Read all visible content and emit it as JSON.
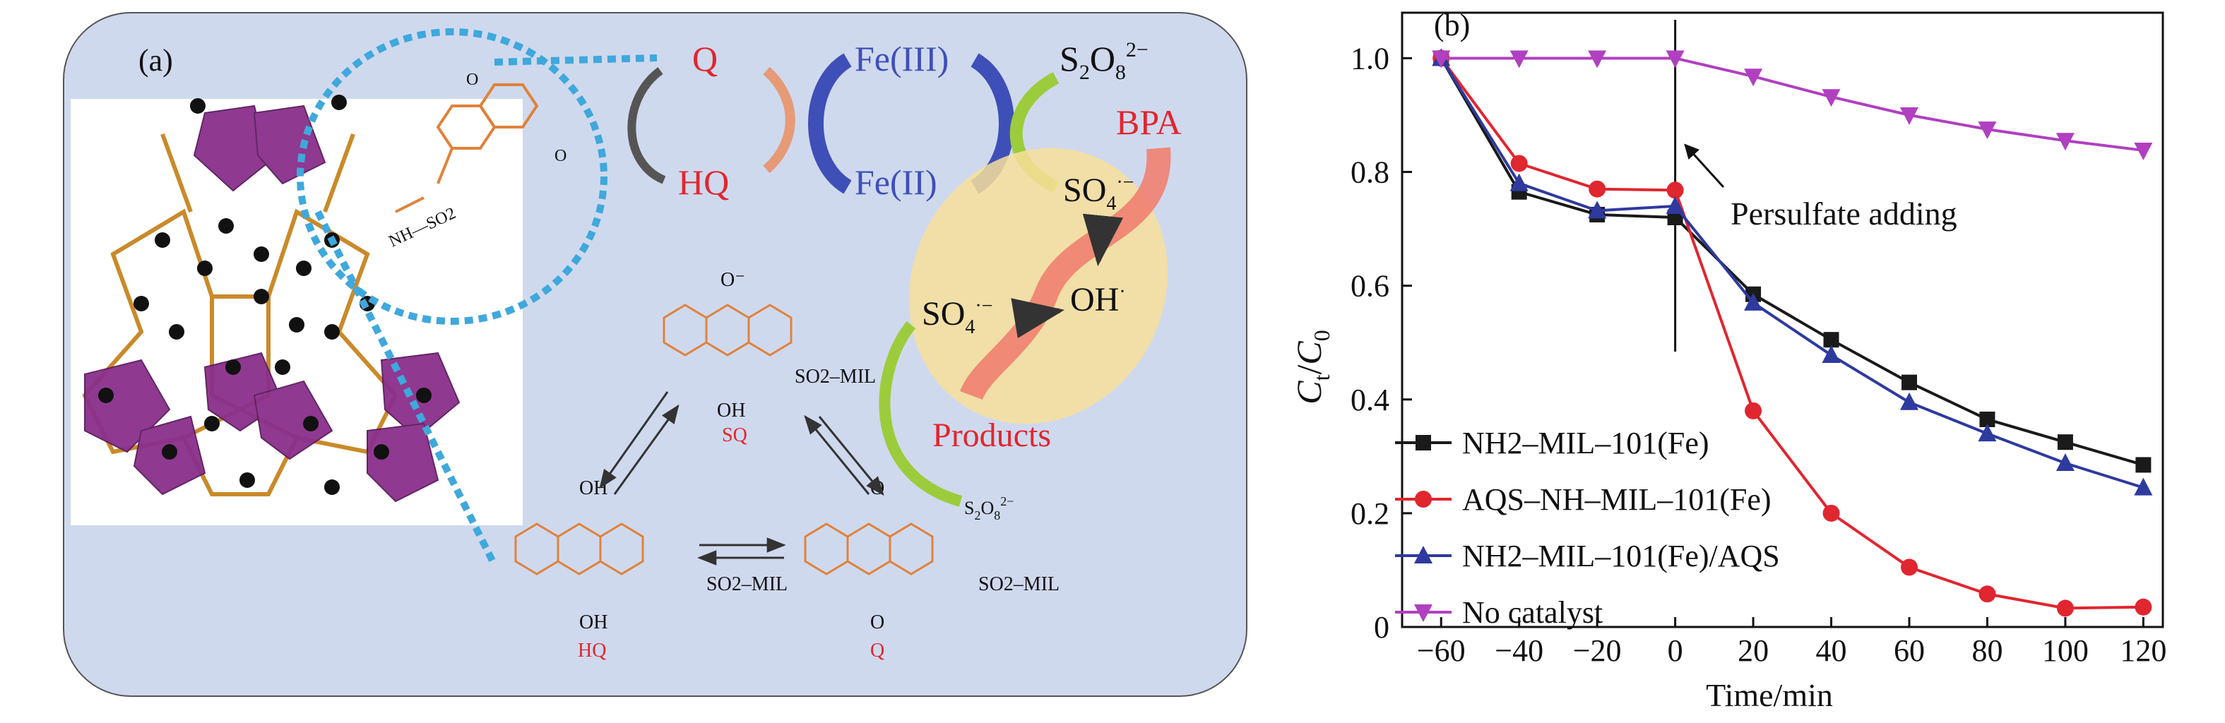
{
  "panel_a": {
    "label": "(a)",
    "redox_labels": {
      "q": "Q",
      "hq": "HQ",
      "fe3": "Fe(III)",
      "fe2": "Fe(II)",
      "persulfate": "S2O82−",
      "bpa": "BPA"
    },
    "radicals": {
      "so4_top": "SO4·−",
      "so4_mid": "SO4·−",
      "oh": "OH·",
      "products": "Products"
    },
    "linker_label": "NH—SO2",
    "molecules": {
      "sq": {
        "top": "O⁻",
        "bottom": "OH",
        "name": "SQ",
        "sub": "SO2–MIL"
      },
      "hq": {
        "top": "OH",
        "bottom": "OH",
        "name": "HQ",
        "sub": "SO2–MIL"
      },
      "q": {
        "top": "O",
        "bottom": "O",
        "name": "Q",
        "sub": "SO2–MIL"
      },
      "persulfate_small": "S2O82−"
    },
    "colors": {
      "panel_bg": "#cfd9ee",
      "red": "#e0262f",
      "blue": "#3f4fb8",
      "orange": "#e0823a",
      "dots": "#3fa8dc",
      "mof": "#8a2f8c"
    }
  },
  "chart_data": {
    "type": "line",
    "panel_label": "(b)",
    "xlabel": "Time/min",
    "ylabel": "Ct/C0",
    "xlim": [
      -70,
      125
    ],
    "ylim": [
      0,
      1.08
    ],
    "x_ticks": [
      -60,
      -40,
      -20,
      0,
      20,
      40,
      60,
      80,
      100,
      120
    ],
    "x_tick_labels": [
      "−60",
      "−40",
      "−20",
      "0",
      "20",
      "40",
      "60",
      "80",
      "100",
      "120"
    ],
    "y_ticks": [
      0,
      0.2,
      0.4,
      0.6,
      0.8,
      1.0
    ],
    "y_tick_labels": [
      "0",
      "0.2",
      "0.4",
      "0.6",
      "0.8",
      "1.0"
    ],
    "annotation": {
      "text": "Persulfate adding",
      "x": 0
    },
    "series": [
      {
        "name": "NH2–MIL–101(Fe)",
        "color": "#1a1a1a",
        "marker": "square",
        "x": [
          -60,
          -40,
          -20,
          0,
          20,
          40,
          60,
          80,
          100,
          120
        ],
        "values": [
          1.0,
          0.765,
          0.725,
          0.72,
          0.585,
          0.505,
          0.43,
          0.365,
          0.325,
          0.285
        ]
      },
      {
        "name": "AQS–NH–MIL–101(Fe)",
        "color": "#e0262f",
        "marker": "circle",
        "x": [
          -60,
          -40,
          -20,
          0,
          20,
          40,
          60,
          80,
          100,
          120
        ],
        "values": [
          1.0,
          0.815,
          0.77,
          0.768,
          0.38,
          0.2,
          0.105,
          0.058,
          0.033,
          0.035
        ]
      },
      {
        "name": "NH2–MIL–101(Fe)/AQS",
        "color": "#2e3a9e",
        "marker": "triangle-up",
        "x": [
          -60,
          -40,
          -20,
          0,
          20,
          40,
          60,
          80,
          100,
          120
        ],
        "values": [
          1.0,
          0.78,
          0.732,
          0.74,
          0.57,
          0.478,
          0.395,
          0.34,
          0.288,
          0.245
        ]
      },
      {
        "name": "No catalyst",
        "color": "#b040c0",
        "marker": "triangle-down",
        "x": [
          -60,
          -40,
          -20,
          0,
          20,
          40,
          60,
          80,
          100,
          120
        ],
        "values": [
          1.0,
          1.0,
          1.0,
          1.0,
          0.968,
          0.932,
          0.9,
          0.875,
          0.855,
          0.838
        ]
      }
    ],
    "legend_position": "bottom-left",
    "grid": false
  }
}
